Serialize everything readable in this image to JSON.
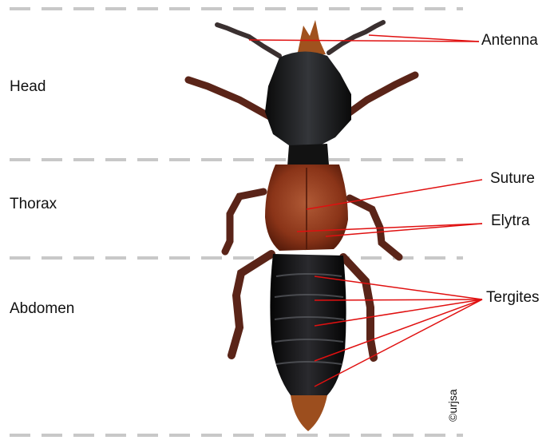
{
  "regions": {
    "head": "Head",
    "thorax": "Thorax",
    "abdomen": "Abdomen"
  },
  "parts": {
    "antenna": "Antenna",
    "suture": "Suture",
    "elytra": "Elytra",
    "tergites": "Tergites"
  },
  "credit": "©urjsa",
  "colors": {
    "leader_line": "#e01010",
    "divider": "#c8c8c8",
    "body_dark": "#141414",
    "elytra_brown": "#8a3418",
    "leg_brown": "#5a2418"
  }
}
